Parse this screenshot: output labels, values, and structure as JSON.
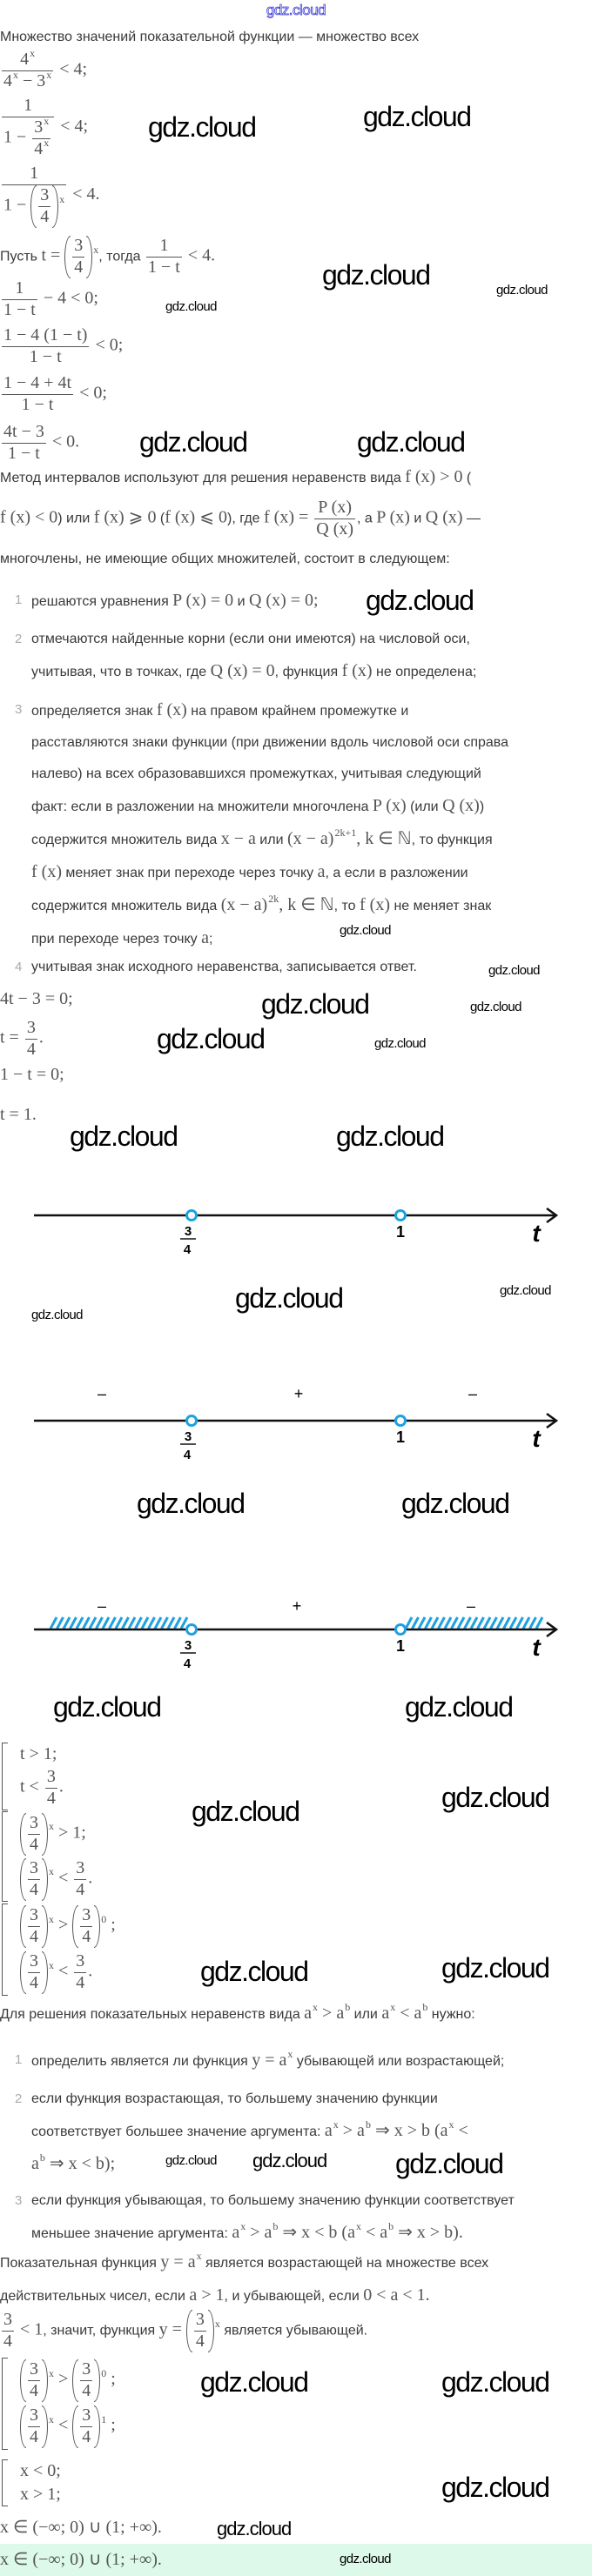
{
  "header": {
    "logo": "gdz.cloud"
  },
  "watermark_text": "gdz.cloud",
  "intro": [
    {
      "t": "Множество значений показательной функции — множество всех"
    }
  ],
  "eqs": [
    [
      {
        "f": [
          [
            {
              "m": "4"
            },
            {
              "sup": "x"
            }
          ],
          [
            {
              "m": "4"
            },
            {
              "sup": "x"
            },
            {
              "m": " − 3"
            },
            {
              "sup": "x"
            }
          ]
        ]
      },
      {
        "m": " < 4;"
      }
    ],
    [
      {
        "f": [
          [
            "1"
          ],
          [
            {
              "m": "1 − "
            },
            {
              "f": [
                [
                  {
                    "m": "3"
                  },
                  {
                    "sup": "x"
                  }
                ],
                [
                  {
                    "m": "4"
                  },
                  {
                    "sup": "x"
                  }
                ]
              ]
            }
          ]
        ]
      },
      {
        "m": " < 4;"
      }
    ],
    [
      {
        "f": [
          [
            "1"
          ],
          [
            {
              "m": "1 − "
            },
            {
              "pf": [
                [
                  "3"
                ],
                [
                  "4"
                ]
              ]
            },
            {
              "sup": "x"
            }
          ]
        ]
      },
      {
        "m": " < 4."
      }
    ],
    [
      {
        "t": "Пусть "
      },
      {
        "m": "t = "
      },
      {
        "pf": [
          [
            "3"
          ],
          [
            "4"
          ]
        ]
      },
      {
        "sup": "x"
      },
      {
        "t": ", тогда "
      },
      {
        "f": [
          [
            "1"
          ],
          [
            "1 − t"
          ]
        ]
      },
      {
        "m": " < 4."
      }
    ],
    [
      {
        "f": [
          [
            "1"
          ],
          [
            "1 − t"
          ]
        ]
      },
      {
        "m": " − 4 < 0;"
      }
    ],
    [
      {
        "f": [
          [
            "1 − 4 (1 − t)"
          ],
          [
            "1 − t"
          ]
        ]
      },
      {
        "m": " < 0;"
      }
    ],
    [
      {
        "f": [
          [
            "1 − 4 + 4t"
          ],
          [
            "1 − t"
          ]
        ]
      },
      {
        "m": " < 0;"
      }
    ],
    [
      {
        "f": [
          [
            "4t − 3"
          ],
          [
            "1 − t"
          ]
        ]
      },
      {
        "m": " < 0."
      }
    ]
  ],
  "method": [
    {
      "t": "Метод интервалов используют для решения неравенств вида "
    },
    {
      "m": "f (x) > 0"
    },
    {
      "t": " ("
    },
    {
      "br": 1
    },
    {
      "m": "f (x) < 0"
    },
    {
      "t": ") или "
    },
    {
      "m": "f (x) ⩾ 0"
    },
    {
      "t": " ("
    },
    {
      "m": "f (x) ⩽ 0"
    },
    {
      "t": "), где "
    },
    {
      "m": "f (x) = "
    },
    {
      "f": [
        [
          "P (x)"
        ],
        [
          "Q (x)"
        ]
      ]
    },
    {
      "t": ", а "
    },
    {
      "m": "P (x)"
    },
    {
      "t": " и "
    },
    {
      "m": "Q (x)"
    },
    {
      "t": " —"
    },
    {
      "br": 1
    },
    {
      "t": "многочлены, не имеющие общих множителей, состоит в следующем:"
    }
  ],
  "rules1": [
    {
      "n": "1",
      "body": [
        {
          "t": "решаются уравнения "
        },
        {
          "m": "P (x) = 0"
        },
        {
          "t": " и "
        },
        {
          "m": "Q (x) = 0;"
        }
      ]
    },
    {
      "n": "2",
      "body": [
        {
          "t": "отмечаются найденные корни (если они имеются) на числовой оси,"
        },
        {
          "br": 1
        },
        {
          "t": "учитывая, что в точках, где "
        },
        {
          "m": "Q (x) = 0"
        },
        {
          "t": ", функция "
        },
        {
          "m": "f (x)"
        },
        {
          "t": " не определена;"
        }
      ]
    },
    {
      "n": "3",
      "body": [
        {
          "t": "определяется знак "
        },
        {
          "m": "f (x)"
        },
        {
          "t": " на правом крайнем промежутке и"
        },
        {
          "br": 1
        },
        {
          "t": "расставляются знаки функции (при движении вдоль числовой оси справа"
        },
        {
          "br": 1
        },
        {
          "t": "налево) на всех образовавшихся промежутках, учитывая следующий"
        },
        {
          "br": 1
        },
        {
          "t": "факт: если в разложении на множители многочлена "
        },
        {
          "m": "P (x)"
        },
        {
          "t": " (или "
        },
        {
          "m": "Q (x)"
        },
        {
          "t": ")"
        },
        {
          "br": 1
        },
        {
          "t": "содержится множитель вида "
        },
        {
          "m": "x − a"
        },
        {
          "t": " или "
        },
        {
          "m": "(x − a)"
        },
        {
          "sup": "2k+1"
        },
        {
          "m": ", k ∈ ℕ"
        },
        {
          "t": ", то функция"
        },
        {
          "br": 1
        },
        {
          "m": "f (x)"
        },
        {
          "t": " меняет знак при переходе через точку "
        },
        {
          "m": "a"
        },
        {
          "t": ", а если в разложении"
        },
        {
          "br": 1
        },
        {
          "t": "содержится множитель вида "
        },
        {
          "m": "(x − a)"
        },
        {
          "sup": "2k"
        },
        {
          "m": ", k ∈ ℕ"
        },
        {
          "t": ", то "
        },
        {
          "m": "f (x)"
        },
        {
          "t": " не меняет знак"
        },
        {
          "br": 1
        },
        {
          "t": "при переходе через точку "
        },
        {
          "m": "a"
        },
        {
          "t": ";"
        }
      ]
    },
    {
      "n": "4",
      "body": [
        {
          "t": "учитывая знак исходного неравенства, записывается ответ."
        }
      ]
    }
  ],
  "roots": [
    [
      "4t − 3 = 0;"
    ],
    [
      {
        "m": "t = "
      },
      {
        "f": [
          [
            "3"
          ],
          [
            "4"
          ]
        ]
      },
      {
        "m": "."
      }
    ],
    [
      "1 − t = 0;"
    ],
    [
      "t = 1."
    ]
  ],
  "number_line": {
    "point1_num": "3",
    "point1_den": "4",
    "point2": "1",
    "axis": "t",
    "signs": [
      "–",
      "+",
      "–"
    ],
    "accent": "#1da1e2"
  },
  "systems": [
    [
      [
        "t > 1;"
      ],
      [
        {
          "m": "t < "
        },
        {
          "f": [
            [
              "3"
            ],
            [
              "4"
            ]
          ]
        },
        {
          "m": "."
        }
      ]
    ],
    [
      [
        {
          "pf": [
            [
              "3"
            ],
            [
              "4"
            ]
          ]
        },
        {
          "sup": "x"
        },
        {
          "m": " > 1;"
        }
      ],
      [
        {
          "pf": [
            [
              "3"
            ],
            [
              "4"
            ]
          ]
        },
        {
          "sup": "x"
        },
        {
          "m": " < "
        },
        {
          "f": [
            [
              "3"
            ],
            [
              "4"
            ]
          ]
        },
        {
          "m": "."
        }
      ]
    ],
    [
      [
        {
          "pf": [
            [
              "3"
            ],
            [
              "4"
            ]
          ]
        },
        {
          "sup": "x"
        },
        {
          "m": " > "
        },
        {
          "pf": [
            [
              "3"
            ],
            [
              "4"
            ]
          ]
        },
        {
          "sup": "0"
        },
        {
          "m": " ;"
        }
      ],
      [
        {
          "pf": [
            [
              "3"
            ],
            [
              "4"
            ]
          ]
        },
        {
          "sup": "x"
        },
        {
          "m": " < "
        },
        {
          "f": [
            [
              "3"
            ],
            [
              "4"
            ]
          ]
        },
        {
          "m": "."
        }
      ]
    ],
    [
      [
        {
          "pf": [
            [
              "3"
            ],
            [
              "4"
            ]
          ]
        },
        {
          "sup": "x"
        },
        {
          "m": " > "
        },
        {
          "pf": [
            [
              "3"
            ],
            [
              "4"
            ]
          ]
        },
        {
          "sup": "0"
        },
        {
          "m": " ;"
        }
      ],
      [
        {
          "pf": [
            [
              "3"
            ],
            [
              "4"
            ]
          ]
        },
        {
          "sup": "x"
        },
        {
          "m": " < "
        },
        {
          "pf": [
            [
              "3"
            ],
            [
              "4"
            ]
          ]
        },
        {
          "sup": "1"
        },
        {
          "m": " ;"
        }
      ]
    ],
    [
      [
        "x < 0;"
      ],
      [
        "x > 1;"
      ]
    ]
  ],
  "rules_intro": [
    {
      "t": "Для решения показательных неравенств вида "
    },
    {
      "m": "a"
    },
    {
      "sup": "x"
    },
    {
      "m": " > a"
    },
    {
      "sup": "b"
    },
    {
      "t": " или "
    },
    {
      "m": "a"
    },
    {
      "sup": "x"
    },
    {
      "m": " < a"
    },
    {
      "sup": "b"
    },
    {
      "t": " нужно:"
    }
  ],
  "rules2": [
    {
      "n": "1",
      "body": [
        {
          "t": "определить является ли функция "
        },
        {
          "m": "y = a"
        },
        {
          "sup": "x"
        },
        {
          "t": " убывающей или возрастающей;"
        }
      ]
    },
    {
      "n": "2",
      "body": [
        {
          "t": "если функция возрастающая, то большему значению функции"
        },
        {
          "br": 1
        },
        {
          "t": "соответствует большее значение аргумента: "
        },
        {
          "m": "a"
        },
        {
          "sup": "x"
        },
        {
          "m": " > a"
        },
        {
          "sup": "b"
        },
        {
          "m": " ⇒ x > b (a"
        },
        {
          "sup": "x"
        },
        {
          "m": " <"
        },
        {
          "br": 1
        },
        {
          "m": "a"
        },
        {
          "sup": "b"
        },
        {
          "m": " ⇒ x < b);"
        }
      ]
    },
    {
      "n": "3",
      "body": [
        {
          "t": "если функция убывающая, то большему значению функции соответствует"
        },
        {
          "br": 1
        },
        {
          "t": "меньшее значение аргумента: "
        },
        {
          "m": "a"
        },
        {
          "sup": "x"
        },
        {
          "m": " > a"
        },
        {
          "sup": "b"
        },
        {
          "m": " ⇒ x < b (a"
        },
        {
          "sup": "x"
        },
        {
          "m": " < a"
        },
        {
          "sup": "b"
        },
        {
          "m": " ⇒ x > b)."
        }
      ]
    }
  ],
  "mono": [
    {
      "t": "Показательная функция "
    },
    {
      "m": "y = a"
    },
    {
      "sup": "x"
    },
    {
      "t": " является возрастающей на множестве всех"
    },
    {
      "br": 1
    },
    {
      "t": "действительных чисел, если "
    },
    {
      "m": "a > 1"
    },
    {
      "t": ", и убывающей, если "
    },
    {
      "m": "0 < a < 1."
    }
  ],
  "decreasing": [
    {
      "f": [
        [
          "3"
        ],
        [
          "4"
        ]
      ]
    },
    {
      "m": " < 1"
    },
    {
      "t": ", значит, функция "
    },
    {
      "m": "y = "
    },
    {
      "pf": [
        [
          "3"
        ],
        [
          "4"
        ]
      ]
    },
    {
      "sup": "x"
    },
    {
      "t": " является убывающей."
    }
  ],
  "result": [
    {
      "m": "x ∈ (−∞; 0) ∪ (1; +∞)."
    }
  ],
  "answer": [
    {
      "m": "x ∈ (−∞; 0) ∪ (1; +∞)."
    }
  ]
}
